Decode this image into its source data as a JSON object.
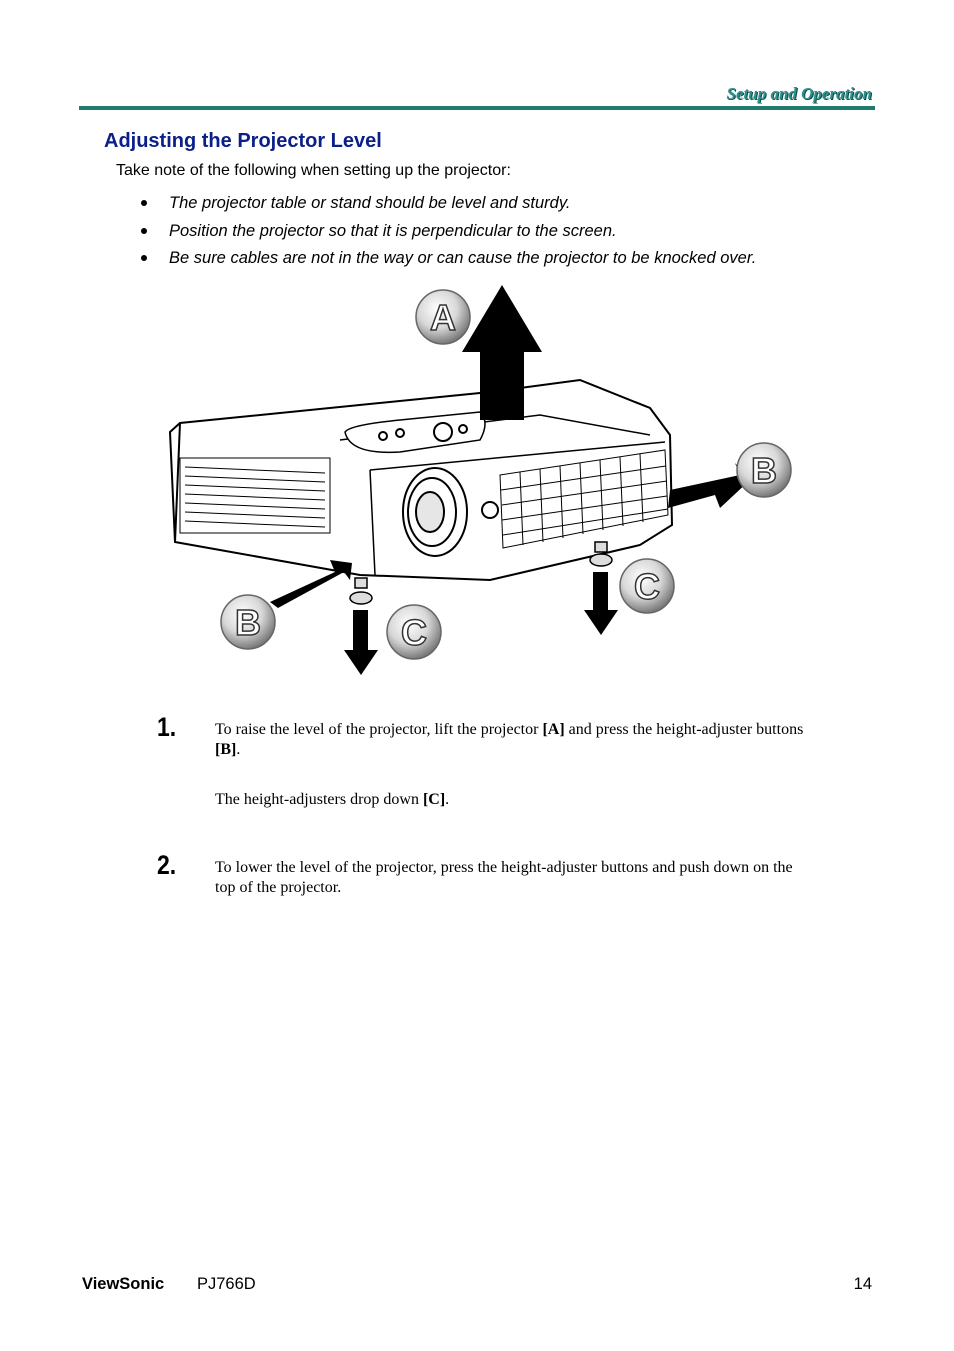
{
  "header": {
    "section": "Setup and Operation",
    "accent_color": "#1f7a70"
  },
  "section": {
    "title": "Adjusting the Projector Level",
    "title_color": "#0b1f8a",
    "intro": "Take note of the following when setting up the projector:"
  },
  "bullets": [
    "The projector table or stand should be level and sturdy.",
    "Position the projector so that it is perpendicular to the screen.",
    "Be sure cables are not in the way or can cause the projector to be knocked over."
  ],
  "figure": {
    "labels": {
      "a": "A",
      "b": "B",
      "c": "C"
    }
  },
  "steps": [
    {
      "number": "1.",
      "line1_before": "To raise the level of the projector, lift the projector ",
      "line1_bold1": "[A]",
      "line1_mid": " and press the height-adjuster buttons ",
      "line1_bold2": "[B]",
      "line1_end": ".",
      "line2_before": "The height-adjusters drop down ",
      "line2_bold": "[C]",
      "line2_end": "."
    },
    {
      "number": "2.",
      "text": "To lower the level of the projector, press the height-adjuster buttons and push down on the top of the projector."
    }
  ],
  "footer": {
    "brand": "ViewSonic",
    "model": "PJ766D",
    "page": "14"
  }
}
